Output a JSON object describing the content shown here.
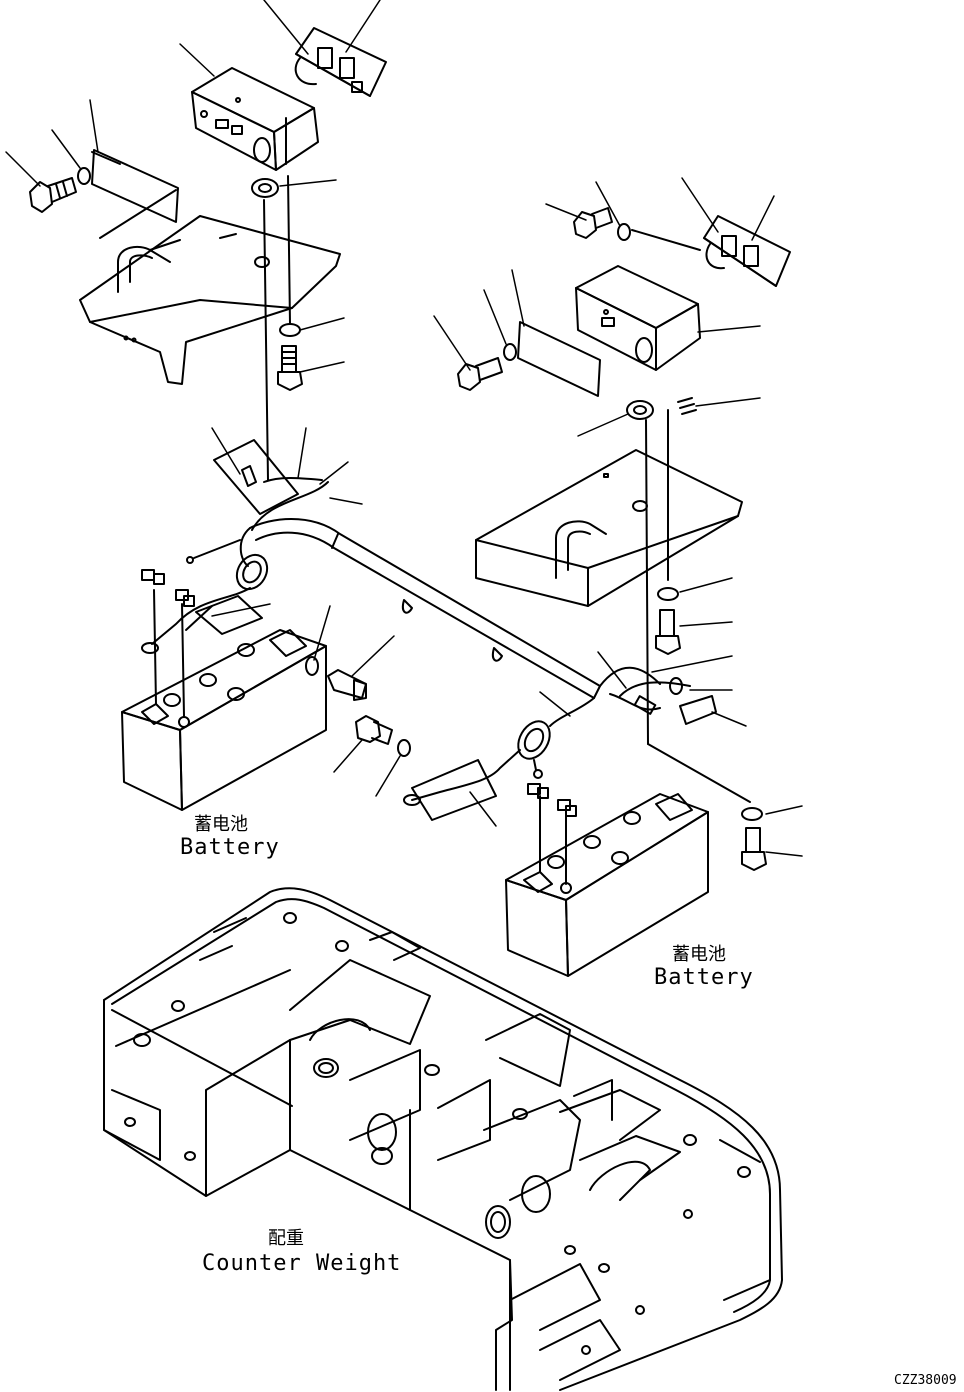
{
  "labels": {
    "battery_left_cn": "蓄电池",
    "battery_left_en": "Battery",
    "battery_right_cn": "蓄电池",
    "battery_right_en": "Battery",
    "counterweight_cn": "配重",
    "counterweight_en": "Counter Weight"
  },
  "drawing_code": "CZZ38009"
}
